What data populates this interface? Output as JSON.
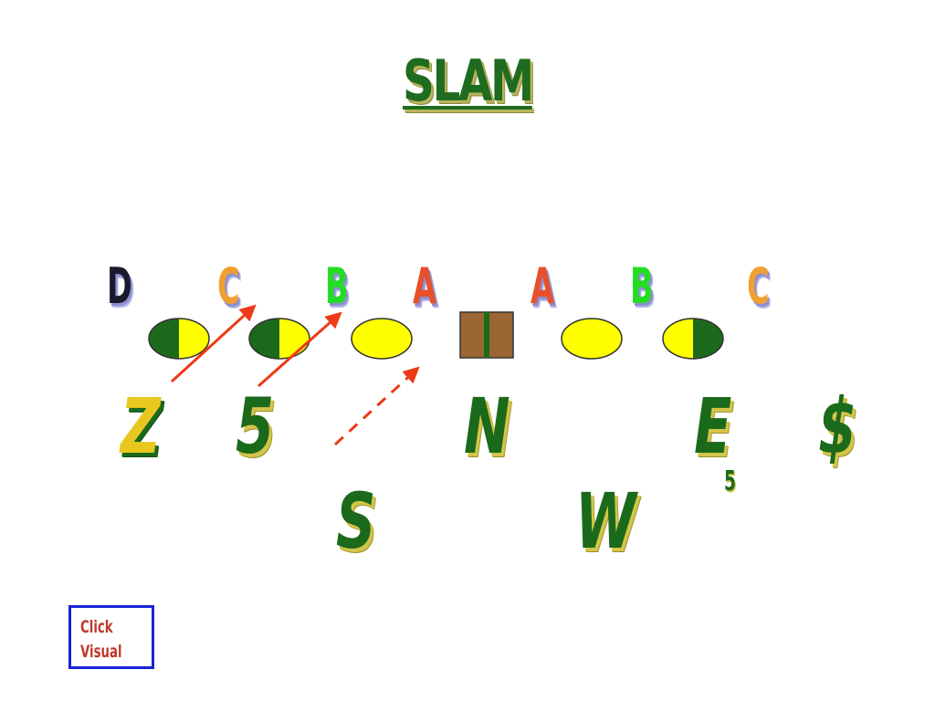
{
  "title": "SLAM",
  "gaps": [
    {
      "label": "D",
      "color": "#1a1a2e"
    },
    {
      "label": "C",
      "color": "#f0a030"
    },
    {
      "label": "B",
      "color": "#22dd22"
    },
    {
      "label": "A",
      "color": "#e8502a"
    },
    {
      "label": "A",
      "color": "#e8502a"
    },
    {
      "label": "B",
      "color": "#22dd22"
    },
    {
      "label": "C",
      "color": "#f0a030"
    }
  ],
  "defenders": {
    "z": "Z",
    "five": "5",
    "n": "N",
    "e": "E",
    "dollar": "$",
    "s": "S",
    "w": "W"
  },
  "technique_label": "5",
  "colors": {
    "green": "#1b6a1b",
    "yellow": "#ffff00",
    "center": "#9a6634",
    "arrow": "#ee3a16",
    "button_border": "#1b22d4",
    "button_text": "#c0392b"
  },
  "button": {
    "line1": "Click",
    "line2": "Visual"
  }
}
